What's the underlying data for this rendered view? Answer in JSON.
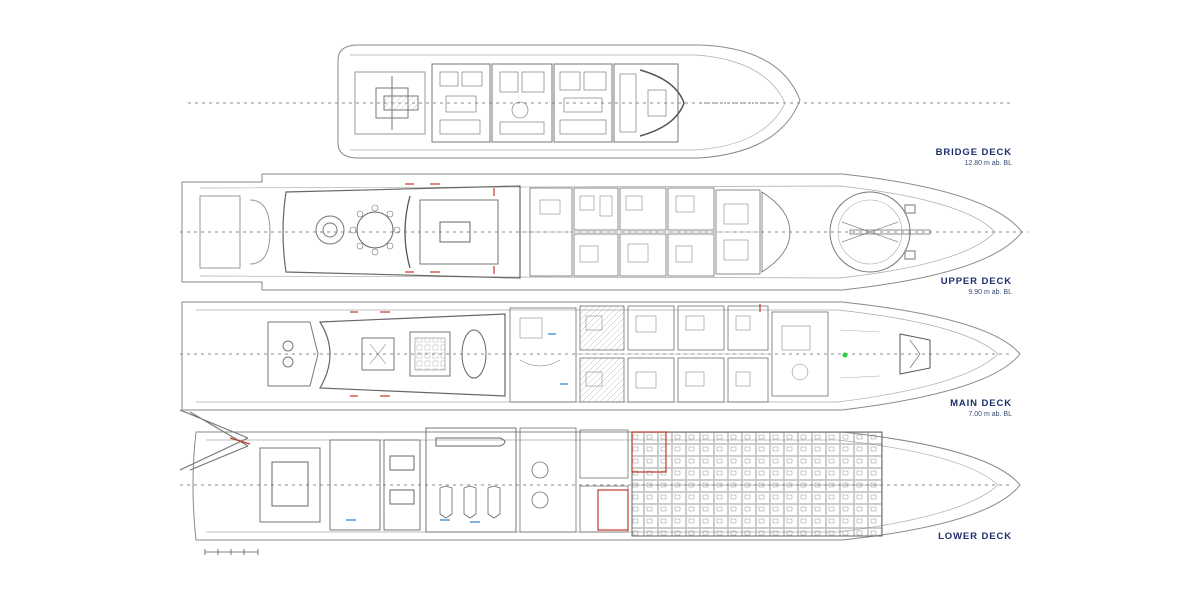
{
  "decks": [
    {
      "id": "bridge",
      "name": "BRIDGE DECK",
      "height": "12.80 m ab. BL"
    },
    {
      "id": "upper",
      "name": "UPPER DECK",
      "height": "9.90 m ab. BL"
    },
    {
      "id": "main",
      "name": "MAIN DECK",
      "height": "7.00 m ab. BL"
    },
    {
      "id": "lower",
      "name": "LOWER DECK",
      "height": ""
    }
  ],
  "colors": {
    "line": "#8a8a8a",
    "detail": "#5c5c5c",
    "label": "#1b2f6b",
    "accent": "#c0392b",
    "highlight": "#2a7fd6"
  }
}
